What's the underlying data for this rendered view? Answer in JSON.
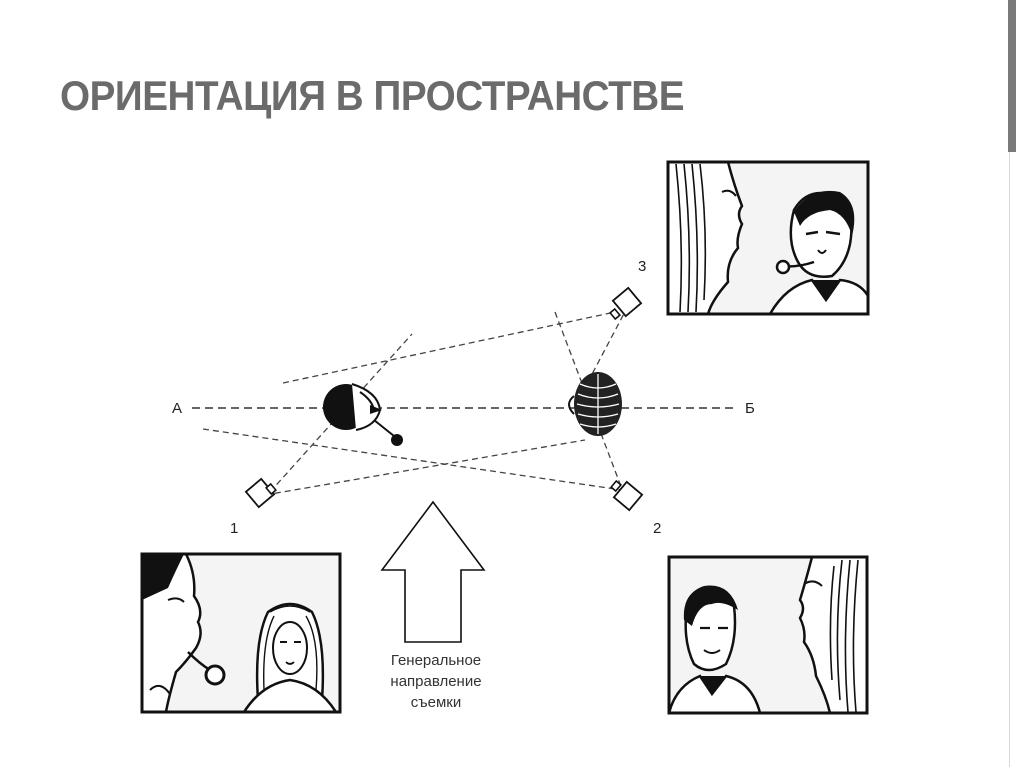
{
  "slide": {
    "title": "ОРИЕНТАЦИЯ В ПРОСТРАНСТВЕ"
  },
  "diagram": {
    "point_a": "А",
    "point_b": "Б",
    "camera_1": "1",
    "camera_2": "2",
    "camera_3": "3",
    "direction_caption": [
      "Генеральное",
      "направление",
      "съемки"
    ]
  }
}
